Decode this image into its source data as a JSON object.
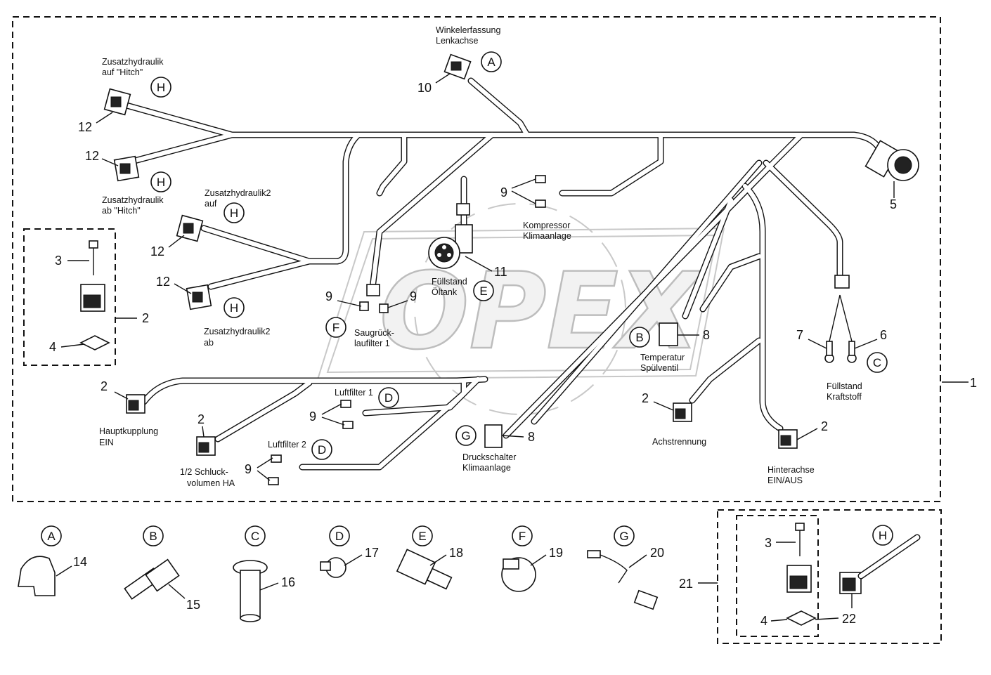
{
  "watermark": "OPEX",
  "labels": {
    "winkelerfassung": [
      "Winkelerfassung",
      "Lenkachse"
    ],
    "zusatz_auf_hitch": [
      "Zusatzhydraulik",
      "auf \"Hitch\""
    ],
    "zusatz_ab_hitch": [
      "Zusatzhydraulik",
      "ab \"Hitch\""
    ],
    "zusatz2_auf": [
      "Zusatzhydraulik2",
      "auf"
    ],
    "zusatz2_ab": [
      "Zusatzhydraulik2",
      "ab"
    ],
    "hauptkupplung": [
      "Hauptkupplung",
      "EIN"
    ],
    "schluckvolumen": [
      "1/2 Schluck-",
      "volumen HA"
    ],
    "luftfilter1": [
      "Luftfilter 1"
    ],
    "luftfilter2": [
      "Luftfilter 2"
    ],
    "saugrueck": [
      "Saugrück-",
      "laufilter 1"
    ],
    "fuellstand_oeltank": [
      "Füllstand",
      "Öltank"
    ],
    "kompressor": [
      "Kompressor",
      "Klimaanlage"
    ],
    "druckschalter": [
      "Druckschalter",
      "Klimaanlage"
    ],
    "temperatur": [
      "Temperatur",
      "Spülventil"
    ],
    "achstrennung": [
      "Achstrennung"
    ],
    "hinterachse": [
      "Hinterachse",
      "EIN/AUS"
    ],
    "fuellstand_kraftstoff": [
      "Füllstand",
      "Kraftstoff"
    ]
  },
  "callouts": [
    "1",
    "2",
    "3",
    "4",
    "5",
    "6",
    "7",
    "8",
    "9",
    "10",
    "11",
    "12",
    "14",
    "15",
    "16",
    "17",
    "18",
    "19",
    "20",
    "21",
    "22"
  ],
  "letters": [
    "A",
    "B",
    "C",
    "D",
    "E",
    "F",
    "G",
    "H"
  ]
}
